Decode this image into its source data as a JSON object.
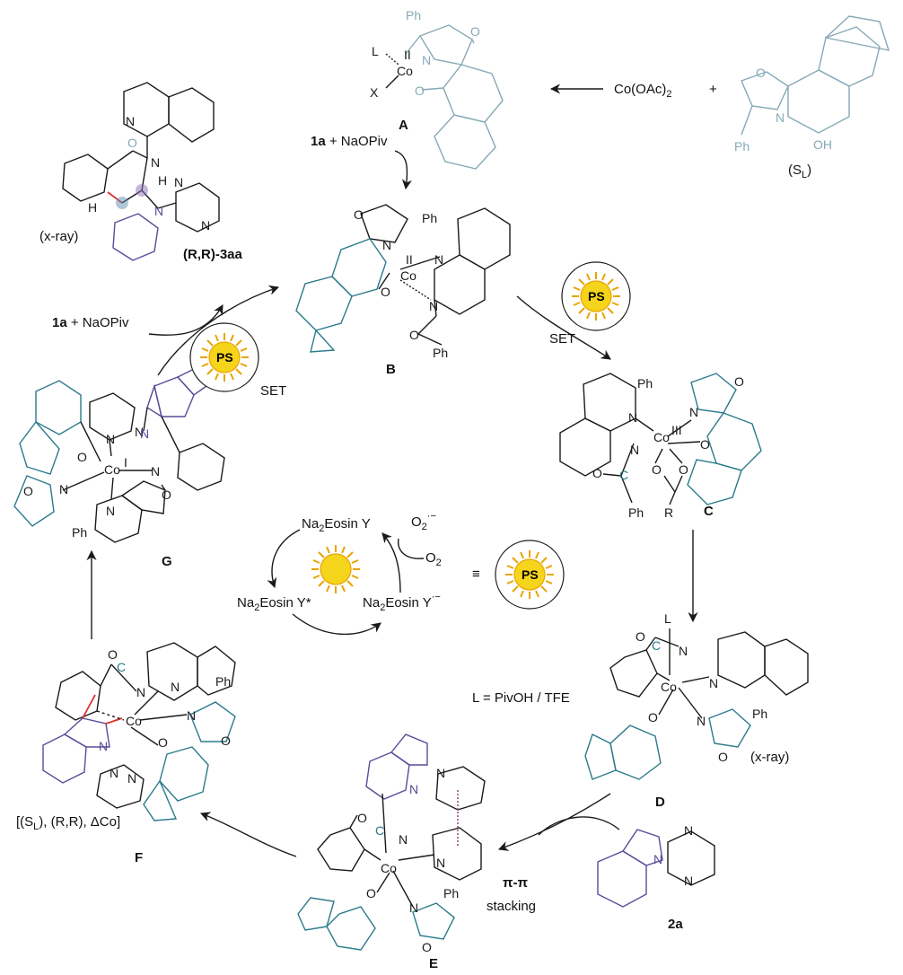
{
  "colors": {
    "black": "#1a1a1a",
    "teal": "#2b7a8c",
    "gray_teal": "#86a9b6",
    "purple": "#5b4a9a",
    "red": "#e0302c",
    "magenta": "#9b4f8a",
    "sun_fill": "#f5d41c",
    "sun_ray": "#e8a400"
  },
  "labels": {
    "A": "A",
    "B": "B",
    "C": "C",
    "D": "D",
    "E": "E",
    "F": "F",
    "G": "G",
    "co_oac2": "Co(OAc)",
    "co_oac2_sub": "2",
    "plus": "+",
    "sl_label": "(S",
    "sl_sub": "L",
    "sl_close": ")",
    "xray_1": "(x-ray)",
    "xray_2": "(x-ray)",
    "product": "(R,R)-3aa",
    "reagent_top": "1a",
    "reagent_top_rest": " + NaOPiv",
    "reagent_left": "1a",
    "reagent_left_rest": " + NaOPiv",
    "set_1": "SET",
    "set_2": "SET",
    "ps": "PS",
    "eosin_top": "Na",
    "eosin_top_sub": "2",
    "eosin_top_rest": "Eosin Y",
    "eosin_star": "Na",
    "eosin_star_sub": "2",
    "eosin_star_rest": "Eosin Y*",
    "eosin_rad": "Na",
    "eosin_rad_sub": "2",
    "eosin_rad_rest": "Eosin Y",
    "eosin_rad_sup": "·−",
    "o2": "O",
    "o2_sub": "2",
    "o2_rad": "O",
    "o2_rad_sub": "2",
    "o2_rad_sup": "·−",
    "equiv": "≡",
    "ligand_note": "L = PivOH / TFE",
    "substrate_2a": "2a",
    "pi_stacking": "π-π",
    "stacking": "stacking",
    "f_stereo": "[(S",
    "f_stereo_sub": "L",
    "f_stereo_rest": "), (R,R), ΔCo]",
    "co": "Co",
    "co_ii": "II",
    "co_iii": "III",
    "co_i": "I",
    "ph": "Ph",
    "n": "N",
    "o": "O",
    "h": "H",
    "oh": "OH",
    "l": "L",
    "x": "X",
    "r": "R",
    "c": "C"
  }
}
